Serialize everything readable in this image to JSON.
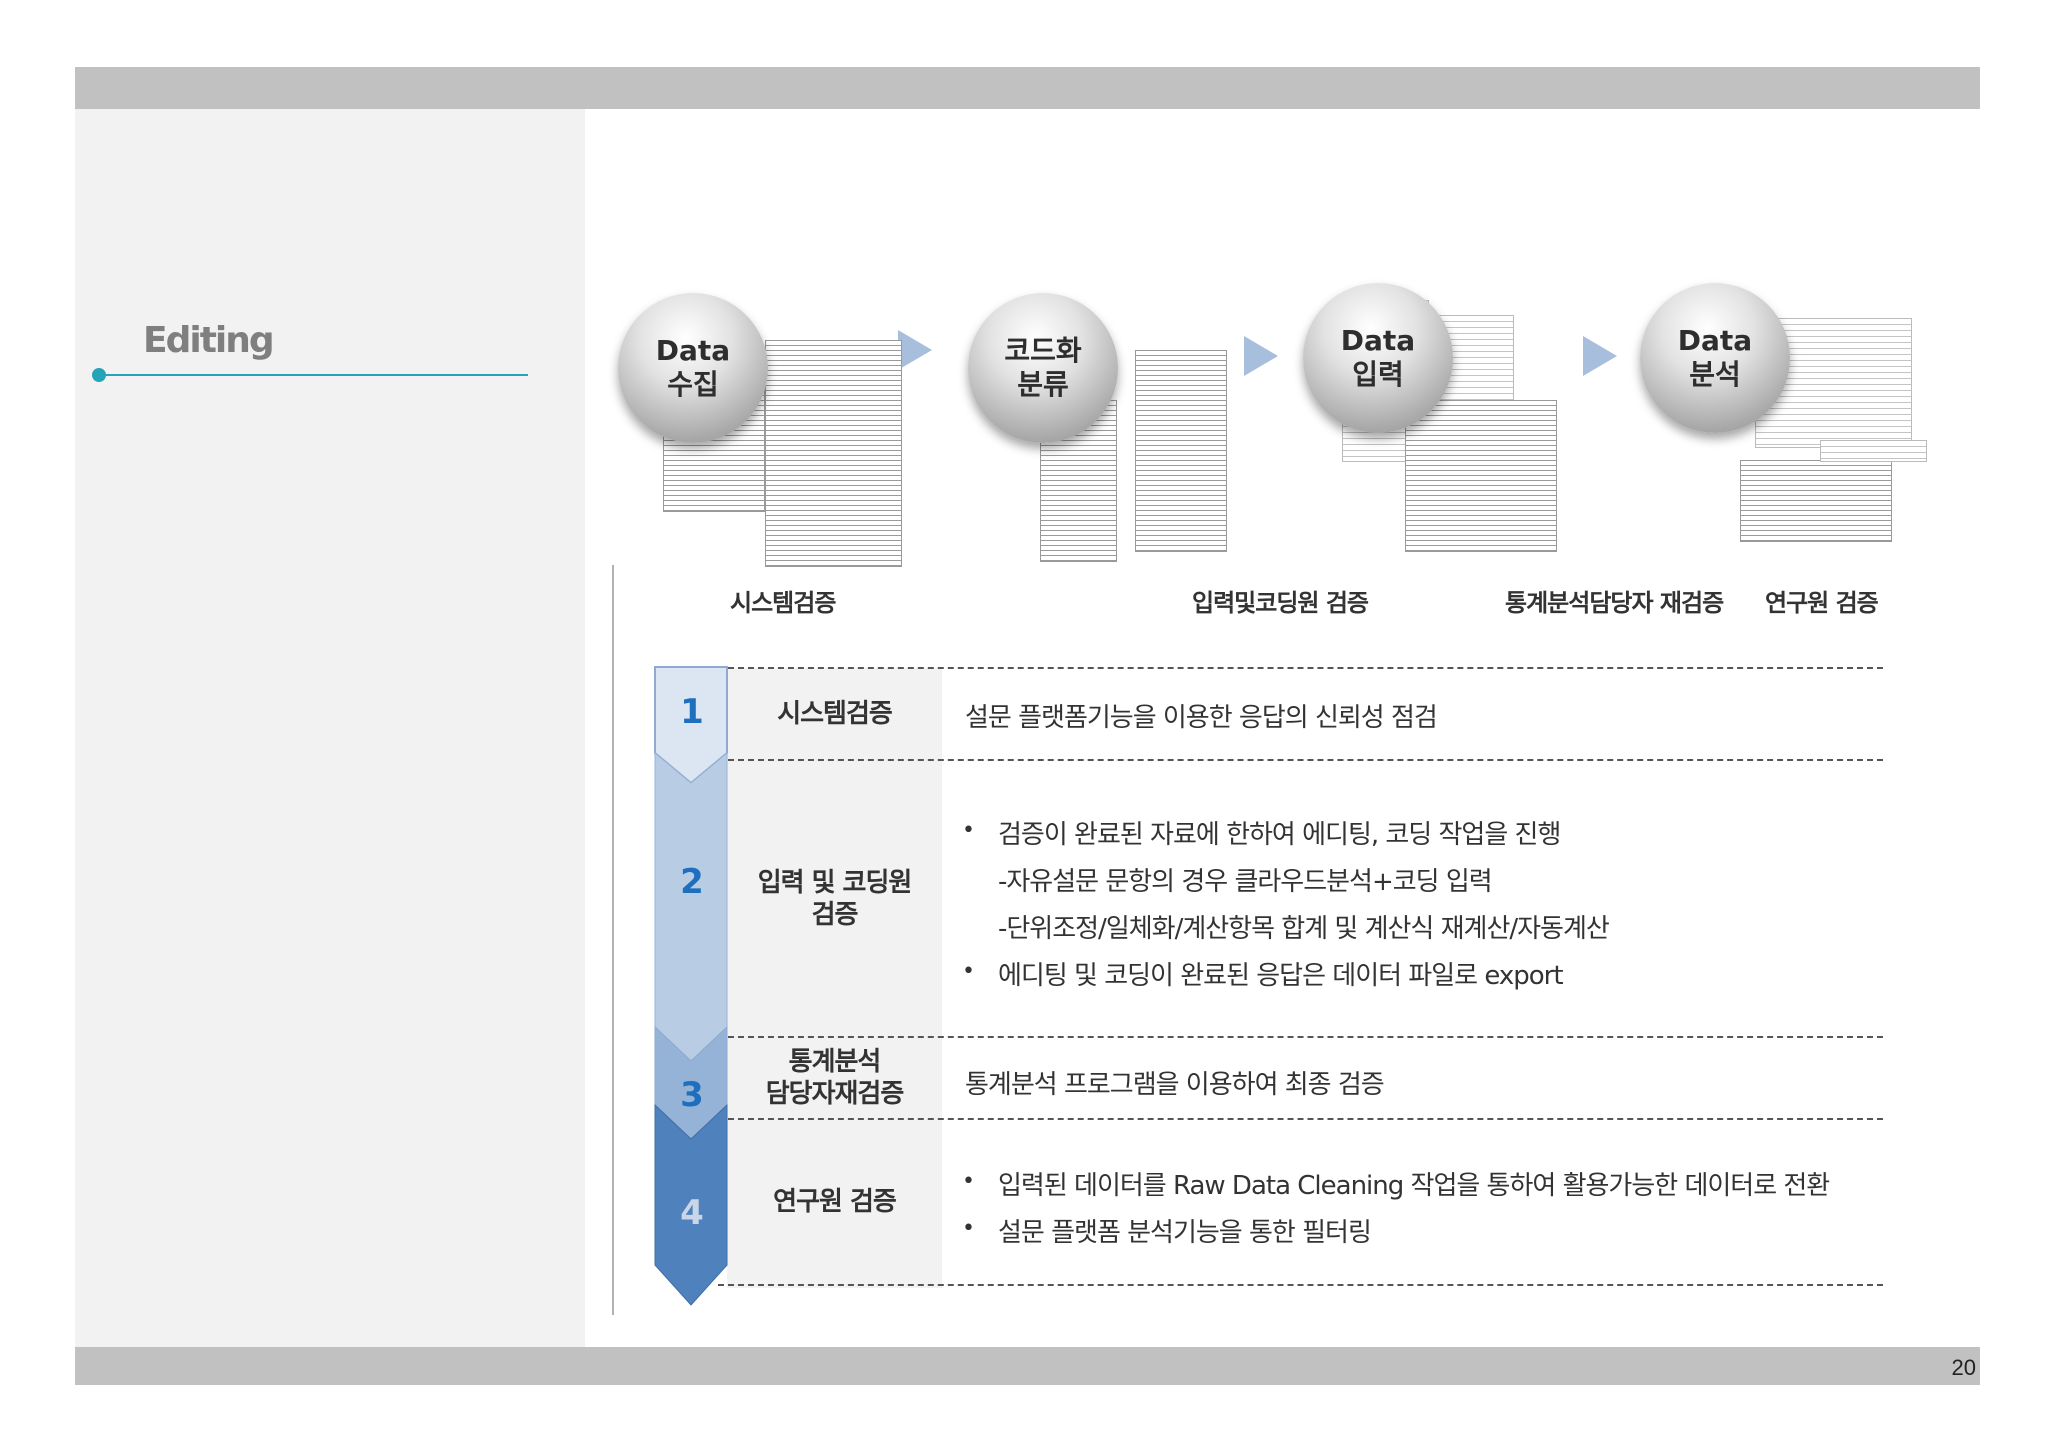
{
  "section_title": "Editing",
  "page_number": "20",
  "process": [
    {
      "line1": "Data",
      "line2": "수집"
    },
    {
      "line1": "코드화",
      "line2": "분류"
    },
    {
      "line1": "Data",
      "line2": "입력"
    },
    {
      "line1": "Data",
      "line2": "분석"
    }
  ],
  "captions": [
    "시스템검증",
    "입력및코딩원 검증",
    "통계분석담당자 재검증",
    "연구원 검증"
  ],
  "rows": [
    {
      "num": "1",
      "label": [
        "시스템검증"
      ],
      "lines": [
        "설문 플랫폼기능을 이용한 응답의 신뢰성 점검"
      ]
    },
    {
      "num": "2",
      "label": [
        "입력 및 코딩원",
        "검증"
      ],
      "lines": [
        "검증이 완료된 자료에 한하여 에디팅, 코딩 작업을 진행",
        "-자유설문 문항의 경우 클라우드분석+코딩 입력",
        "-단위조정/일체화/계산항목 합계 및 계산식 재계산/자동계산",
        "에디팅 및 코딩이 완료된 응답은 데이터 파일로 export"
      ]
    },
    {
      "num": "3",
      "label": [
        "통계분석",
        "담당자재검증"
      ],
      "lines": [
        "통계분석 프로그램을 이용하여 최종 검증"
      ]
    },
    {
      "num": "4",
      "label": [
        "연구원 검증"
      ],
      "lines": [
        "입력된 데이터를 Raw Data Cleaning 작업을 통하여 활용가능한 데이터로 전환",
        "설문 플랫폼 분석기능을 통한 필터링"
      ]
    }
  ],
  "colors": {
    "accent": "#26a3b8",
    "arrow1": "#dce6f2",
    "arrow2": "#b8cce4",
    "arrow3": "#95b3d7",
    "arrow4": "#4f81bd",
    "num_blue": "#1f6fbf"
  }
}
